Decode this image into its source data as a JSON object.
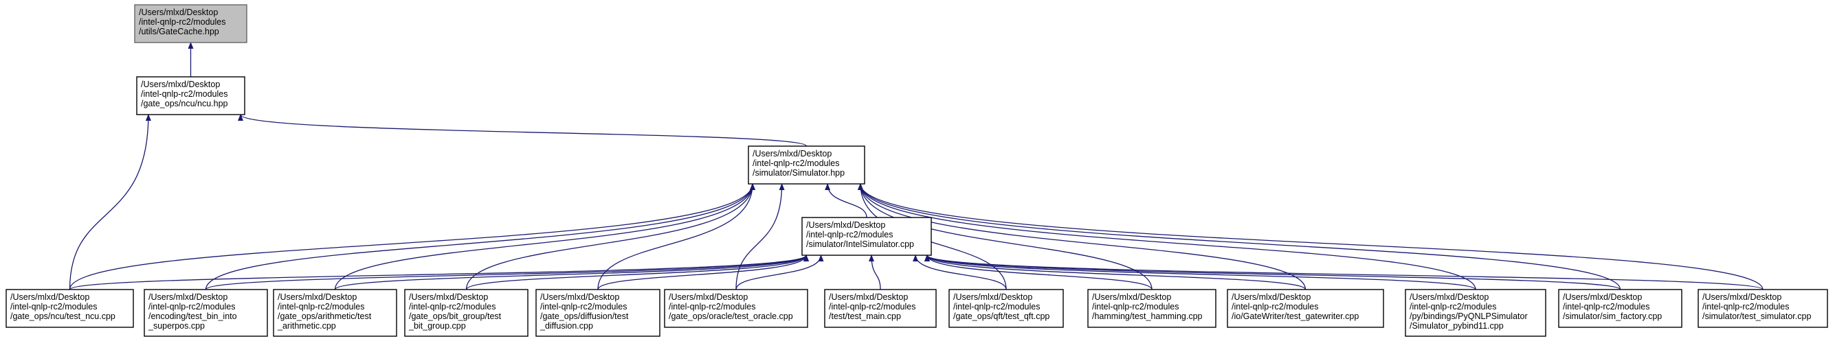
{
  "graph": {
    "edge_color": "#191970",
    "root_fill": "#bfbfbf",
    "node_fill": "#ffffff",
    "nodes": [
      {
        "id": "gatecache",
        "lines": [
          "/Users/mlxd/Desktop",
          "/intel-qnlp-rc2/modules",
          "/utils/GateCache.hpp"
        ]
      },
      {
        "id": "ncu_hpp",
        "lines": [
          "/Users/mlxd/Desktop",
          "/intel-qnlp-rc2/modules",
          "/gate_ops/ncu/ncu.hpp"
        ]
      },
      {
        "id": "simulator_hpp",
        "lines": [
          "/Users/mlxd/Desktop",
          "/intel-qnlp-rc2/modules",
          "/simulator/Simulator.hpp"
        ]
      },
      {
        "id": "intelsim_cpp",
        "lines": [
          "/Users/mlxd/Desktop",
          "/intel-qnlp-rc2/modules",
          "/simulator/IntelSimulator.cpp"
        ]
      },
      {
        "id": "test_ncu",
        "lines": [
          "/Users/mlxd/Desktop",
          "/intel-qnlp-rc2/modules",
          "/gate_ops/ncu/test_ncu.cpp"
        ]
      },
      {
        "id": "test_bin_into_superpos",
        "lines": [
          "/Users/mlxd/Desktop",
          "/intel-qnlp-rc2/modules",
          "/encoding/test_bin_into",
          "_superpos.cpp"
        ]
      },
      {
        "id": "test_arithmetic",
        "lines": [
          "/Users/mlxd/Desktop",
          "/intel-qnlp-rc2/modules",
          "/gate_ops/arithmetic/test",
          "_arithmetic.cpp"
        ]
      },
      {
        "id": "test_bit_group",
        "lines": [
          "/Users/mlxd/Desktop",
          "/intel-qnlp-rc2/modules",
          "/gate_ops/bit_group/test",
          "_bit_group.cpp"
        ]
      },
      {
        "id": "test_diffusion",
        "lines": [
          "/Users/mlxd/Desktop",
          "/intel-qnlp-rc2/modules",
          "/gate_ops/diffusion/test",
          "_diffusion.cpp"
        ]
      },
      {
        "id": "test_oracle",
        "lines": [
          "/Users/mlxd/Desktop",
          "/intel-qnlp-rc2/modules",
          "/gate_ops/oracle/test_oracle.cpp"
        ]
      },
      {
        "id": "test_main",
        "lines": [
          "/Users/mlxd/Desktop",
          "/intel-qnlp-rc2/modules",
          "/test/test_main.cpp"
        ]
      },
      {
        "id": "test_qft",
        "lines": [
          "/Users/mlxd/Desktop",
          "/intel-qnlp-rc2/modules",
          "/gate_ops/qft/test_qft.cpp"
        ]
      },
      {
        "id": "test_hamming",
        "lines": [
          "/Users/mlxd/Desktop",
          "/intel-qnlp-rc2/modules",
          "/hamming/test_hamming.cpp"
        ]
      },
      {
        "id": "test_gatewriter",
        "lines": [
          "/Users/mlxd/Desktop",
          "/intel-qnlp-rc2/modules",
          "/io/GateWriter/test_gatewriter.cpp"
        ]
      },
      {
        "id": "simulator_pybind11",
        "lines": [
          "/Users/mlxd/Desktop",
          "/intel-qnlp-rc2/modules",
          "/py/bindings/PyQNLPSimulator",
          "/Simulator_pybind11.cpp"
        ]
      },
      {
        "id": "sim_factory",
        "lines": [
          "/Users/mlxd/Desktop",
          "/intel-qnlp-rc2/modules",
          "/simulator/sim_factory.cpp"
        ]
      },
      {
        "id": "test_simulator",
        "lines": [
          "/Users/mlxd/Desktop",
          "/intel-qnlp-rc2/modules",
          "/simulator/test_simulator.cpp"
        ]
      }
    ],
    "edges": [
      {
        "from": "ncu_hpp",
        "to": "gatecache"
      },
      {
        "from": "simulator_hpp",
        "to": "ncu_hpp"
      },
      {
        "from": "test_ncu",
        "to": "ncu_hpp"
      },
      {
        "from": "intelsim_cpp",
        "to": "simulator_hpp"
      },
      {
        "from": "test_ncu",
        "to": "simulator_hpp"
      },
      {
        "from": "test_bin_into_superpos",
        "to": "simulator_hpp"
      },
      {
        "from": "test_arithmetic",
        "to": "simulator_hpp"
      },
      {
        "from": "test_bit_group",
        "to": "simulator_hpp"
      },
      {
        "from": "test_diffusion",
        "to": "simulator_hpp"
      },
      {
        "from": "test_oracle",
        "to": "simulator_hpp"
      },
      {
        "from": "test_qft",
        "to": "simulator_hpp"
      },
      {
        "from": "test_hamming",
        "to": "simulator_hpp"
      },
      {
        "from": "test_gatewriter",
        "to": "simulator_hpp"
      },
      {
        "from": "simulator_pybind11",
        "to": "simulator_hpp"
      },
      {
        "from": "sim_factory",
        "to": "simulator_hpp"
      },
      {
        "from": "test_simulator",
        "to": "simulator_hpp"
      },
      {
        "from": "test_ncu",
        "to": "intelsim_cpp"
      },
      {
        "from": "test_bin_into_superpos",
        "to": "intelsim_cpp"
      },
      {
        "from": "test_arithmetic",
        "to": "intelsim_cpp"
      },
      {
        "from": "test_bit_group",
        "to": "intelsim_cpp"
      },
      {
        "from": "test_diffusion",
        "to": "intelsim_cpp"
      },
      {
        "from": "test_oracle",
        "to": "intelsim_cpp"
      },
      {
        "from": "test_main",
        "to": "intelsim_cpp"
      },
      {
        "from": "test_qft",
        "to": "intelsim_cpp"
      },
      {
        "from": "test_hamming",
        "to": "intelsim_cpp"
      },
      {
        "from": "test_gatewriter",
        "to": "intelsim_cpp"
      },
      {
        "from": "simulator_pybind11",
        "to": "intelsim_cpp"
      },
      {
        "from": "sim_factory",
        "to": "intelsim_cpp"
      },
      {
        "from": "test_simulator",
        "to": "intelsim_cpp"
      }
    ]
  }
}
